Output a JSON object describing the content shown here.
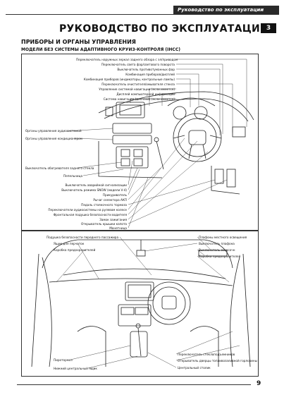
{
  "header": {
    "running_title": "Руководство по эксплуатации"
  },
  "title": "РУКОВОДСТВО ПО ЭКСПЛУАТАЦИИ",
  "section_tab": "3",
  "section": {
    "heading": "ПРИБОРЫ И ОРГАНЫ УПРАВЛЕНИЯ",
    "subheading": "МОДЕЛИ БЕЗ СИСТЕМЫ АДАПТИВНОГО КРУИЗ-КОНТРОЛЯ (IHCC)"
  },
  "diagram1": {
    "top_labels": [
      "Переключатель наружных зеркал заднего обзора с эл/приводом",
      "Переключатель света фар/светового поворота",
      "Выключатель противотуманных фар",
      "Комбинация приборов/дисплей",
      "Комбинация приборов (индикаторы, контрольные лампы)",
      "Переключатель очистителя/омывателя стекла",
      "Управление системой навигации (если имеется)",
      "Дисплей компьютерной информации",
      "Система навигации (дисплей) (если имеется)"
    ],
    "left_labels": [
      "Органы управления аудиосистемой",
      "Органы управления кондиционером",
      "Выключатель обогревателя заднего стекла",
      "Пепельница"
    ],
    "bottom_labels": [
      "Выключатель аварийной сигнализации",
      "Выключатель режима SNOW (модели V-4)",
      "Прикуриватель",
      "Рычаг селектора АКП",
      "Педаль стояночного тормоза",
      "Переключатели аудиосистемы на рулевом колесе",
      "Фронтальная подушка безопасности водителя",
      "Замок зажигания",
      "Открыватель крышки капота",
      "Монетница"
    ]
  },
  "diagram2": {
    "left_labels": [
      "Подушка безопасности переднего пассажира",
      "Ящик для перчаток",
      "Коробка предохранителей",
      "Пиротормоз",
      "Нижний центральный ящик"
    ],
    "right_labels": [
      "Плафоны местного освещения",
      "Выключатель плафона",
      "Выключатель освесочн",
      "Коробка предохранителей",
      "Переключатель стеклоподъемников",
      "Открыватель дверцы топливозаливной горловины",
      "Центральный столик"
    ]
  },
  "page_number": "9"
}
